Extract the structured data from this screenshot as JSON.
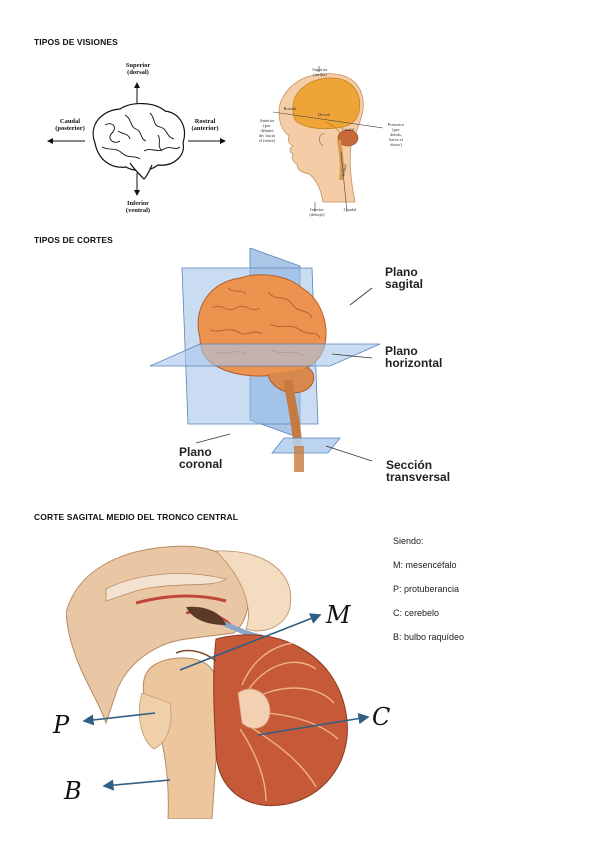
{
  "sections": {
    "views_title": "TIPOS DE VISIONES",
    "cuts_title": "TIPOS DE CORTES",
    "sagittal_title": "CORTE SAGITAL MEDIO DEL TRONCO CENTRAL"
  },
  "views_diagram": {
    "superior_1": "Superior",
    "superior_2": "(dorsal)",
    "caudal_1": "Caudal",
    "caudal_2": "(posterior)",
    "rostral_1": "Rostral",
    "rostral_2": "(anterior)",
    "inferior_1": "Inferior",
    "inferior_2": "(ventral)"
  },
  "head_diagram": {
    "top_1": "Superior",
    "top_2": "(arriba)",
    "anterior_1": "Anterior",
    "anterior_2": "(por",
    "anterior_3": "delante",
    "anterior_4": "de; hacia",
    "anterior_5": "el frente)",
    "posterior_1": "Posterior",
    "posterior_2": "(por",
    "posterior_3": "detrás,",
    "posterior_4": "hacia el",
    "posterior_5": "dorso)",
    "inferior_1": "Inferior",
    "inferior_2": "(debajo)",
    "caudal": "Caudal",
    "rostral": "Rostral",
    "ventral": "Ventral",
    "dorsal": "Dorsal",
    "caudal_side": "Caudal"
  },
  "cuts_diagram": {
    "sagital_1": "Plano",
    "sagital_2": "sagital",
    "horizontal_1": "Plano",
    "horizontal_2": "horizontal",
    "coronal_1": "Plano",
    "coronal_2": "coronal",
    "transversal_1": "Sección",
    "transversal_2": "transversal"
  },
  "legend": {
    "intro": "Siendo:",
    "items": [
      "M: mesencéfalo",
      "P: protuberancia",
      "C: cerebelo",
      "B: bulbo raquídeo"
    ]
  },
  "annotations": {
    "m": "M",
    "p": "P",
    "c": "C",
    "b": "B"
  },
  "colors": {
    "brain": "#e9924c",
    "brain_dark": "#b8602a",
    "plane": "#7fa6d8",
    "arrow": "#2f5f86",
    "skin": "#f1c59b"
  }
}
